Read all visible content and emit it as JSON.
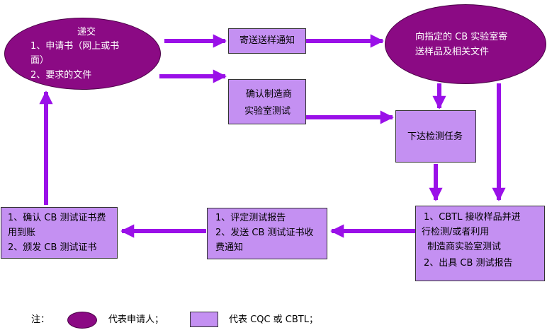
{
  "nodes": {
    "submit": {
      "title": "递交",
      "line1a": "1、申请书（网上或书",
      "line1b": "面）",
      "line2": "2、要求的文件"
    },
    "mail_notice": {
      "label": "寄送送样通知"
    },
    "send_samples": {
      "line1": "向指定的 CB 实验室寄",
      "line2": "送样品及相关文件"
    },
    "confirm_lab": {
      "line1": "确认制造商",
      "line2": "实验室测试"
    },
    "assign_task": {
      "label": "下达检测任务"
    },
    "cbtl_test": {
      "line1": "1、CBTL 接收样品并进",
      "line2": "行检测/或者利用",
      "line3": "制造商实验室测试",
      "line4": "2、出具 CB 测试报告"
    },
    "evaluate": {
      "line1": "1、评定测试报告",
      "line2": "2、发送 CB 测试证书收",
      "line3": "费通知"
    },
    "issue": {
      "line1": "1、确认 CB 测试证书费",
      "line2": "用到账",
      "line3": "2、颁发 CB 测试证书"
    }
  },
  "legend": {
    "note": "注：",
    "applicant": "代表申请人；",
    "cqc": "代表 CQC 或 CBTL；"
  },
  "colors": {
    "ellipse_fill": "#8b0a84",
    "box_fill": "#c490f2",
    "arrow": "#9a10e8"
  }
}
